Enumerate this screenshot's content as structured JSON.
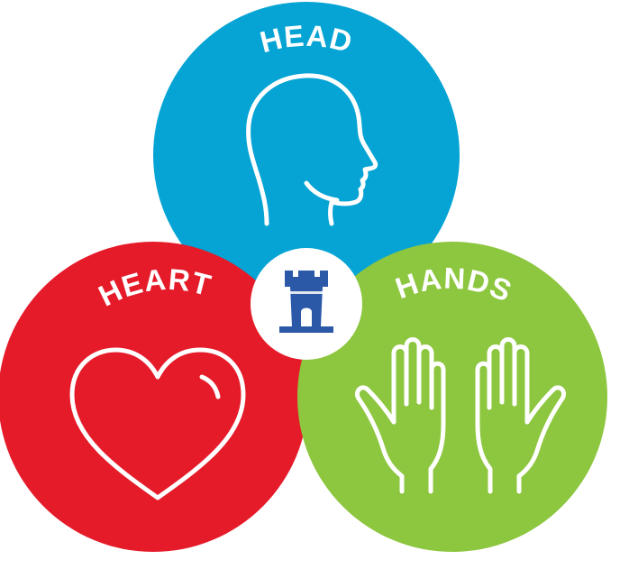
{
  "colors": {
    "head": "#05a4d4",
    "heart": "#e51b2a",
    "hands": "#8dc63f",
    "center": "#ffffff",
    "tower": "#2b59a8",
    "icon_stroke": "#ffffff"
  },
  "circles": {
    "head": {
      "label": "HEAD",
      "icon": "head-profile-icon"
    },
    "heart": {
      "label": "HEART",
      "icon": "heart-icon"
    },
    "hands": {
      "label": "HANDS",
      "icon": "open-hands-icon"
    }
  },
  "center": {
    "icon": "castle-tower-icon"
  }
}
